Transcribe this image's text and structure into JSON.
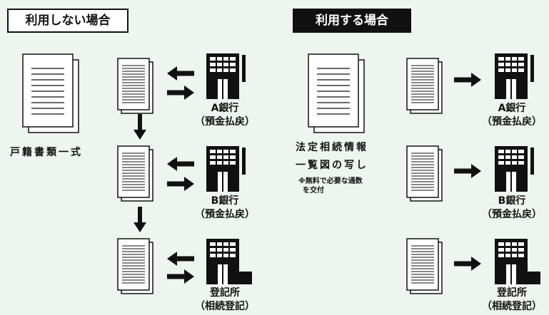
{
  "left_panel": {
    "header": "利用しない場合",
    "bundle_label": "戸籍書類一式",
    "institutions": [
      {
        "name": "A銀行",
        "purpose": "（預金払戻）"
      },
      {
        "name": "B銀行",
        "purpose": "（預金払戻）"
      },
      {
        "name": "登記所",
        "purpose": "（相続登記）"
      }
    ]
  },
  "right_panel": {
    "header": "利用する場合",
    "doc_label_line1": "法定相続情報",
    "doc_label_line2": "一覧図の写し",
    "note_line1": "※無料で必要な通数",
    "note_line2": "を交付",
    "institutions": [
      {
        "name": "A銀行",
        "purpose": "（預金払戻）"
      },
      {
        "name": "B銀行",
        "purpose": "（預金払戻）"
      },
      {
        "name": "登記所",
        "purpose": "（相続登記）"
      }
    ]
  },
  "icons": {
    "document": "document-stack-icon",
    "building": "office-building-icon",
    "arrow": "arrow-icon"
  },
  "colors": {
    "background": "#eef5ef",
    "ink": "#111111",
    "paper": "#ffffff"
  }
}
